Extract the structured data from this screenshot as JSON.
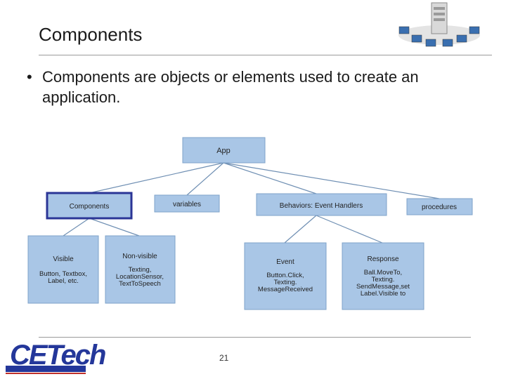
{
  "slide": {
    "title": "Components",
    "bullet_marker": "•",
    "bullet_text": "Components are objects or elements used to create an application.",
    "page_number": "21"
  },
  "logo": {
    "text": "CETech"
  },
  "icons": {
    "header_graphic": "network-computers-icon"
  },
  "colors": {
    "box_fill": "#a9c6e6",
    "box_border": "#7fa3c9",
    "highlight_border": "#2b3596",
    "line": "#6f8fb3"
  },
  "diagram": {
    "app": "App",
    "components": "Components",
    "variables": "variables",
    "behaviors": "Behaviors: Event Handlers",
    "procedures": "procedures",
    "visible": {
      "title": "Visible",
      "body": [
        "Button, Textbox,",
        "Label, etc."
      ]
    },
    "nonvisible": {
      "title": "Non-visible",
      "body": [
        "Texting,",
        "LocationSensor,",
        "TextToSpeech"
      ]
    },
    "event": {
      "title": "Event",
      "body": [
        "Button.Click,",
        "Texting.",
        "MessageReceived"
      ]
    },
    "response": {
      "title": "Response",
      "body": [
        "Ball.MoveTo,",
        "Texting.",
        "SendMessage,set",
        "Label.Visible to"
      ]
    }
  }
}
